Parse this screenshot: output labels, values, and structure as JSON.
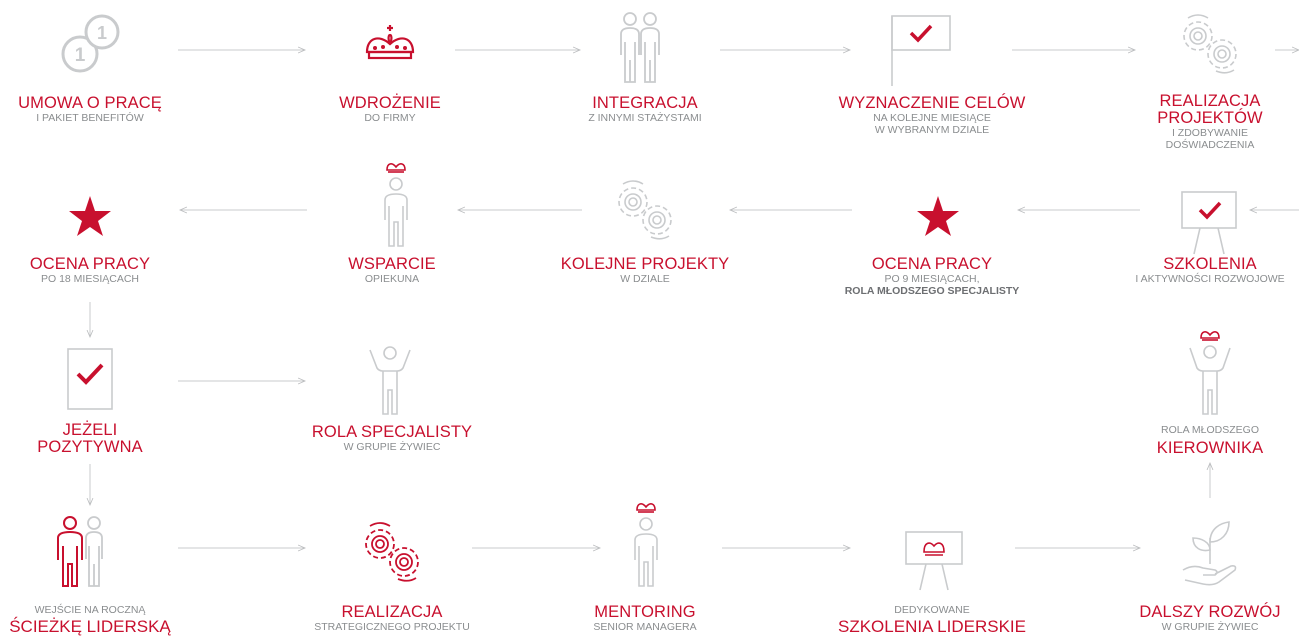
{
  "steps": [
    {
      "id": "umowa",
      "title": "UMOWA O PRACĘ",
      "sub": "I PAKIET BENEFITÓW",
      "icon": "coin-stack-icon"
    },
    {
      "id": "wdrozenie",
      "title": "WDROŻENIE",
      "sub": "DO FIRMY",
      "icon": "crown-icon"
    },
    {
      "id": "integracja",
      "title": "INTEGRACJA",
      "sub": "Z INNYMI STAŻYSTAMI",
      "icon": "two-people-icon"
    },
    {
      "id": "cele",
      "title": "WYZNACZENIE CELÓW",
      "sub1": "NA KOLEJNE MIESIĄCE",
      "sub2": "W WYBRANYM DZIALE",
      "icon": "flag-check-icon"
    },
    {
      "id": "realizacja",
      "title1": "REALIZACJA",
      "title2": "PROJEKTÓW",
      "sub1": "I ZDOBYWANIE",
      "sub2": "DOŚWIADCZENIA",
      "icon": "gears-icon"
    },
    {
      "id": "szkolenia",
      "title": "SZKOLENIA",
      "sub": "I AKTYWNOŚCI ROZWOJOWE",
      "icon": "board-check-icon"
    },
    {
      "id": "ocena9",
      "title": "OCENA PRACY",
      "sub": "PO 9 MIESIĄCACH,",
      "bold": "ROLA MŁODSZEGO SPECJALISTY",
      "icon": "star-icon"
    },
    {
      "id": "kolejne",
      "title": "KOLEJNE PROJEKTY",
      "sub": "W DZIALE",
      "icon": "gears-icon"
    },
    {
      "id": "wsparcie",
      "title": "WSPARCIE",
      "sub": "OPIEKUNA",
      "icon": "person-crown-icon"
    },
    {
      "id": "ocena18",
      "title": "OCENA PRACY",
      "sub": "PO 18 MIESIĄCACH",
      "icon": "star-icon"
    },
    {
      "id": "jezeli",
      "title1": "JEŻELI",
      "title2": "POZYTYWNA",
      "icon": "document-check-icon"
    },
    {
      "id": "specjalista",
      "title": "ROLA SPECJALISTY",
      "sub": "W GRUPIE ŻYWIEC",
      "icon": "person-arms-up-icon"
    },
    {
      "id": "kierownik",
      "pre": "ROLA MŁODSZEGO",
      "title": "KIEROWNIKA",
      "icon": "person-arms-up-crown-icon"
    },
    {
      "id": "sciezka",
      "pre": "WEJŚCIE NA ROCZNĄ",
      "title": "ŚCIEŻKĘ LIDERSKĄ",
      "icon": "two-people-icon"
    },
    {
      "id": "strategiczny",
      "title": "REALIZACJA",
      "sub": "STRATEGICZNEGO PROJEKTU",
      "icon": "gears-red-icon"
    },
    {
      "id": "mentoring",
      "title": "MENTORING",
      "sub": "SENIOR MANAGERA",
      "icon": "person-crown-icon"
    },
    {
      "id": "liderskie",
      "pre": "DEDYKOWANE",
      "title": "SZKOLENIA LIDERSKIE",
      "icon": "board-crown-icon"
    },
    {
      "id": "rozwoj",
      "title": "DALSZY ROZWÓJ",
      "sub": "W GRUPIE ŻYWIEC",
      "icon": "plant-hand-icon"
    }
  ],
  "colors": {
    "accent": "#c8102e",
    "gray": "#8a8d8f",
    "line": "#c9cbcd"
  }
}
